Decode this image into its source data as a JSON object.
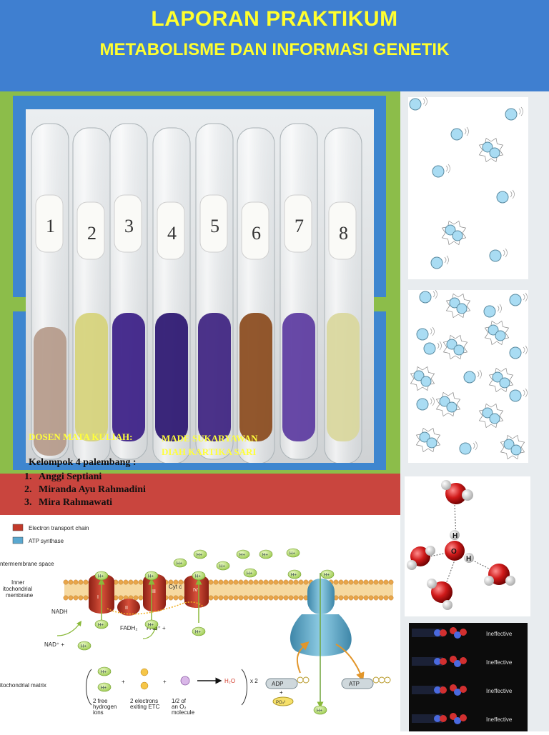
{
  "header": {
    "title": "LAPORAN PRAKTIKUM",
    "subtitle": "METABOLISME DAN INFORMASI GENETIK"
  },
  "lecturer": {
    "label": "DOSEN MATA KULIAH:",
    "names": [
      "MADE SUKARYAWAN",
      "DIAH KARTIKA SARI"
    ]
  },
  "group": {
    "label": "Kelompok 4 palembang :",
    "members": [
      {
        "num": "1.",
        "name": "Anggi Septiani"
      },
      {
        "num": "2.",
        "name": "Miranda Ayu Rahmadini"
      },
      {
        "num": "3.",
        "name": "Mira Rahmawati"
      }
    ]
  },
  "tubes": {
    "labels": [
      "1",
      "2",
      "3",
      "4",
      "5",
      "6",
      "7",
      "8"
    ],
    "liquid_colors": [
      "#b59a8a",
      "#d6d37a",
      "#3a1d86",
      "#2a1570",
      "#3d2280",
      "#8a4a1c",
      "#5b3aa0",
      "#d9d79c"
    ]
  },
  "etc_diagram": {
    "legend": [
      {
        "label": "Electron transport chain",
        "color": "#c33a2a"
      },
      {
        "label": "ATP synthase",
        "color": "#5aa8d0"
      }
    ],
    "intermembrane": "ntermembrane space",
    "inner_membrane": [
      "Inner",
      "itochondrial",
      "membrane"
    ],
    "matrix": "itochondrial matrix",
    "cytc": "Cyt c",
    "nadh": "NADH",
    "nad": "NAD⁺ +",
    "fadh2": "FADH₂",
    "fad": "FAD⁺ +",
    "hplus": "H+",
    "complexes": [
      "I",
      "II",
      "III",
      "IV"
    ],
    "adp": "ADP",
    "atp": "ATP",
    "po4": "PO₄³",
    "h2o": "H₂O",
    "x2": "x 2",
    "plus": "+",
    "caption_protons": [
      "2 free",
      "hydrogen",
      "ions"
    ],
    "caption_electrons": [
      "2 electrons",
      "exiting ETC"
    ],
    "caption_oxygen": [
      "1/2 of",
      "an O₂",
      "molecule"
    ]
  },
  "water_molecule": {
    "h": "H",
    "o": "O"
  },
  "collisions": {
    "labels": [
      "Ineffective",
      "Ineffective",
      "Ineffective",
      "Ineffective"
    ]
  }
}
